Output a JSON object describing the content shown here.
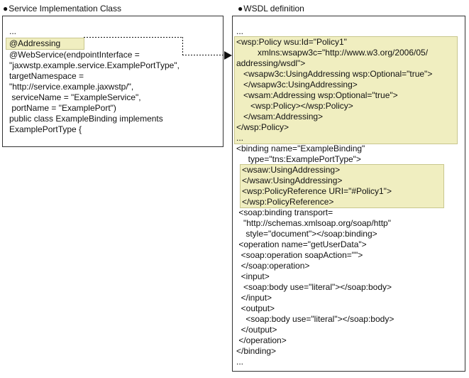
{
  "left_panel": {
    "title_bullet": "●",
    "title": "Service Implementation Class",
    "code_segments": [
      {
        "style": "plain",
        "lines": [
          "..."
        ]
      },
      {
        "style": "hl-inline",
        "lines": [
          "@Addressing"
        ]
      },
      {
        "style": "plain",
        "lines": [
          "@WebService(endpointInterface =",
          "\"jaxwstp.example.service.ExamplePortType\",",
          "targetNamespace =",
          "\"http://service.example.jaxwstp/\",",
          " serviceName = \"ExampleService\",",
          " portName = \"ExamplePort\")",
          "public class ExampleBinding implements",
          "ExamplePortType {"
        ]
      }
    ]
  },
  "right_panel": {
    "title_bullet": "●",
    "title": "WSDL definition",
    "code_segments": [
      {
        "style": "plain",
        "lines": [
          "..."
        ]
      },
      {
        "style": "hl-block1",
        "lines": [
          "<wsp:Policy wsu:Id=\"Policy1\"",
          "         xmlns:wsapw3c=\"http://www.w3.org/2006/05/",
          "addressing/wsdl\">",
          "   <wsapw3c:UsingAddressing wsp:Optional=\"true\">",
          "   </wsapw3c:UsingAddressing>",
          "   <wsam:Addressing wsp:Optional=\"true\">",
          "      <wsp:Policy></wsp:Policy>",
          "   </wsam:Addressing>",
          "</wsp:Policy>",
          "..."
        ]
      },
      {
        "style": "plain",
        "lines": [
          "<binding name=\"ExampleBinding\"",
          "     type=\"tns:ExamplePortType\">"
        ]
      },
      {
        "style": "hl-block2",
        "lines": [
          "<wsaw:UsingAddressing>",
          "</wsaw:UsingAddressing>",
          "<wsp:PolicyReference URI=\"#Policy1\">",
          "</wsp:PolicyReference>"
        ]
      },
      {
        "style": "plain",
        "lines": [
          " <soap:binding transport=",
          "   \"http://schemas.xmlsoap.org/soap/http\"",
          "    style=\"document\"></soap:binding>",
          " <operation name=\"getUserData\">",
          "  <soap:operation soapAction=\"\">",
          "  </soap:operation>",
          "  <input>",
          "   <soap:body use=\"literal\"></soap:body>",
          "  </input>",
          "  <output>",
          "    <soap:body use=\"literal\"></soap:body>",
          "  </output>",
          " </operation>",
          "</binding>",
          "..."
        ]
      }
    ]
  },
  "colors": {
    "highlight_bg": "#f0eec0",
    "highlight_border": "#c9c78e",
    "box_border": "#333333",
    "arrow": "#111111"
  }
}
